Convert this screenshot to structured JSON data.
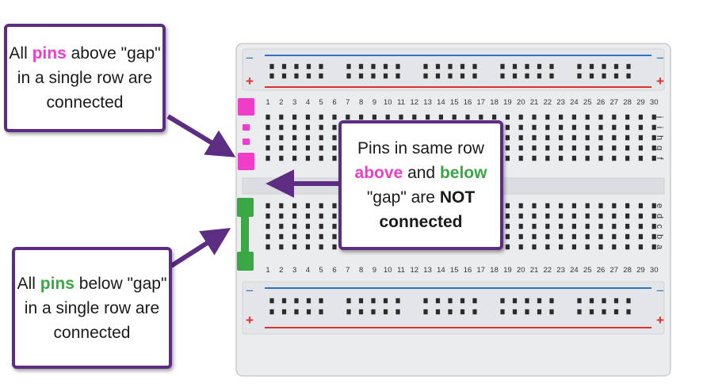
{
  "colors": {
    "accent_purple": "#5c2d82",
    "pink": "#ee3dc8",
    "green": "#3aa745",
    "rail_blue": "#2e74c9",
    "rail_red": "#d9322b",
    "board": "#e9eaec"
  },
  "breadboard": {
    "rail_minus": "−",
    "rail_plus": "+",
    "row_letters_top": [
      "j",
      "i",
      "h",
      "g",
      "f"
    ],
    "row_letters_bottom": [
      "e",
      "d",
      "c",
      "b",
      "a"
    ],
    "columns": [
      "1",
      "2",
      "3",
      "4",
      "5",
      "6",
      "7",
      "8",
      "9",
      "10",
      "11",
      "12",
      "13",
      "14",
      "15",
      "16",
      "17",
      "18",
      "19",
      "20",
      "21",
      "22",
      "23",
      "24",
      "25",
      "26",
      "27",
      "28",
      "29",
      "30"
    ]
  },
  "callouts": {
    "top_left": {
      "pre": "All ",
      "highlight": "pins",
      "post": " above \"gap\" in a single row are connected"
    },
    "bottom_left": {
      "pre": "All ",
      "highlight": "pins",
      "post": " below \"gap\" in a single row are connected"
    },
    "center": {
      "line1": "Pins in same row",
      "above": "above",
      "and": " and ",
      "below": "below",
      "line3": "\"gap\" are ",
      "not": "NOT",
      "line4": "connected"
    }
  }
}
